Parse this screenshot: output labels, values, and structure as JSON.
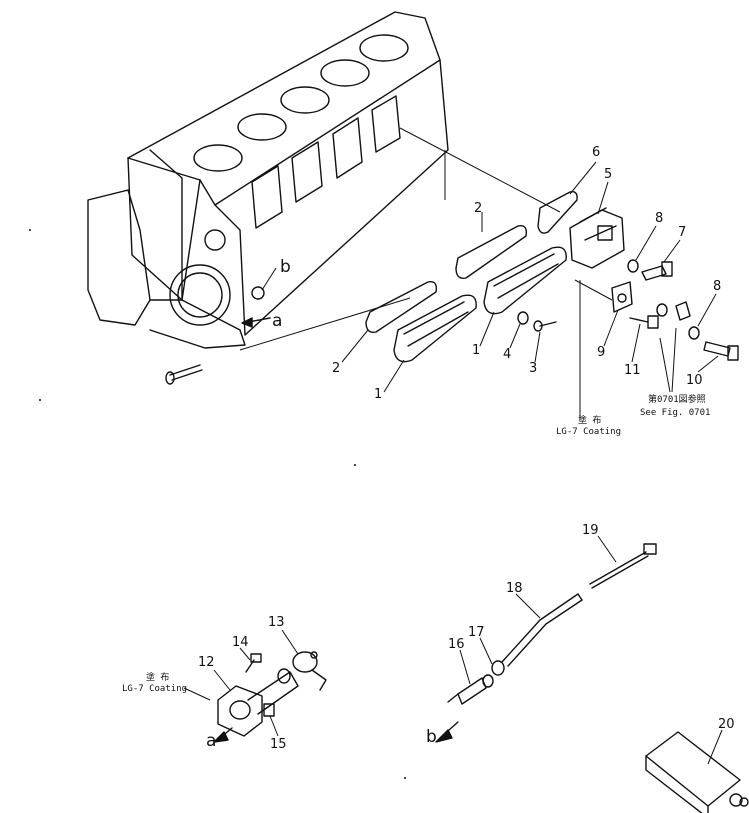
{
  "callouts": [
    {
      "id": "c1a",
      "text": "1"
    },
    {
      "id": "c1b",
      "text": "1"
    },
    {
      "id": "c2a",
      "text": "2"
    },
    {
      "id": "c2b",
      "text": "2"
    },
    {
      "id": "c3",
      "text": "3"
    },
    {
      "id": "c4",
      "text": "4"
    },
    {
      "id": "c5",
      "text": "5"
    },
    {
      "id": "c6",
      "text": "6"
    },
    {
      "id": "c7",
      "text": "7"
    },
    {
      "id": "c8a",
      "text": "8"
    },
    {
      "id": "c8b",
      "text": "8"
    },
    {
      "id": "c9",
      "text": "9"
    },
    {
      "id": "c10",
      "text": "10"
    },
    {
      "id": "c11",
      "text": "11"
    },
    {
      "id": "c12",
      "text": "12"
    },
    {
      "id": "c13",
      "text": "13"
    },
    {
      "id": "c14",
      "text": "14"
    },
    {
      "id": "c15",
      "text": "15"
    },
    {
      "id": "c16",
      "text": "16"
    },
    {
      "id": "c17",
      "text": "17"
    },
    {
      "id": "c18",
      "text": "18"
    },
    {
      "id": "c19",
      "text": "19"
    },
    {
      "id": "c20",
      "text": "20"
    }
  ],
  "refs": {
    "a_top": "a",
    "b_top": "b",
    "a_bottom": "a",
    "b_bottom": "b"
  },
  "notes": {
    "coating_top_jp": "塗 布",
    "coating_top_en": "LG-7 Coating",
    "fig_ref_jp": "第0701図参照",
    "fig_ref_en": "See Fig. 0701",
    "coating_bottom_jp": "塗 布",
    "coating_bottom_en": "LG-7 Coating"
  }
}
